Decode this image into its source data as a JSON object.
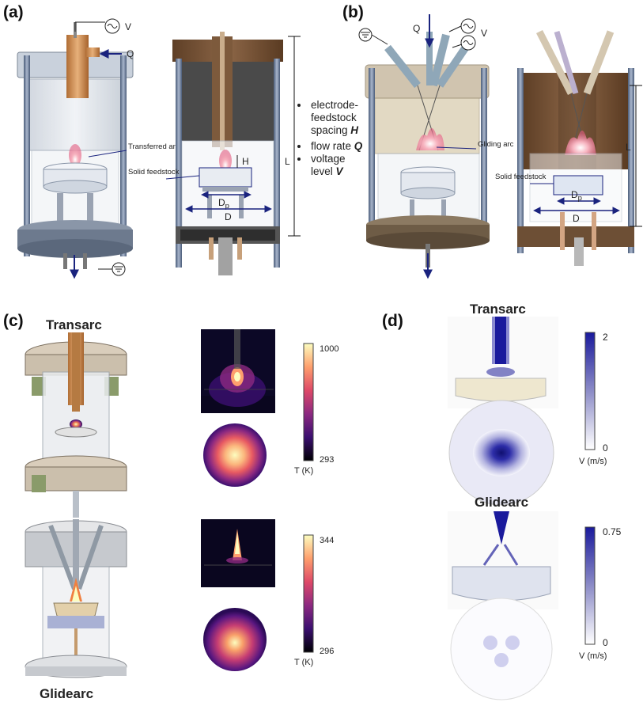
{
  "panels": {
    "a": {
      "letter": "(a)",
      "voltage_label": "V",
      "flow_label": "Q",
      "transferred_arc_label": "Transferred arc",
      "solid_feedstock_label": "Solid feedstock",
      "H_label": "H",
      "L_label": "L",
      "Dp_label": "D",
      "Dp_sub": "p",
      "D_label": "D"
    },
    "bullets": [
      {
        "text": "electrode-",
        "cont": "feedstock",
        "cont2": "spacing ",
        "em": "H"
      },
      {
        "text": "flow rate ",
        "em": "Q"
      },
      {
        "text": "voltage",
        "cont": "level ",
        "em": "V"
      }
    ],
    "b": {
      "letter": "(b)",
      "flow_label": "Q",
      "voltage_label": "V",
      "gliding_arc_label": "Gliding arc",
      "solid_feedstock_label": "Solid feedstock",
      "L_label": "L",
      "Dp_label": "D",
      "Dp_sub": "p",
      "D_label": "D"
    },
    "c": {
      "letter": "(c)",
      "title_top": "Transarc",
      "title_bottom": "Glidearc",
      "scale_top": {
        "max": "1000",
        "min": "293",
        "unit": "T (K)"
      },
      "scale_bottom": {
        "max": "344",
        "min": "296",
        "unit": "T (K)"
      }
    },
    "d": {
      "letter": "(d)",
      "title_top": "Transarc",
      "title_bottom": "Glidearc",
      "scale_top": {
        "max": "2",
        "min": "0",
        "unit": "V (m/s)"
      },
      "scale_bottom": {
        "max": "0.75",
        "min": "0",
        "unit": "V (m/s)"
      }
    }
  },
  "colors": {
    "arrow_blue": "#1a237e",
    "glass": "#d9dfe6",
    "copper": "#c9874a",
    "inferno_hot": "#fcffa4",
    "inferno_cold": "#000004",
    "velocity_blue": "#1f1fa8"
  }
}
